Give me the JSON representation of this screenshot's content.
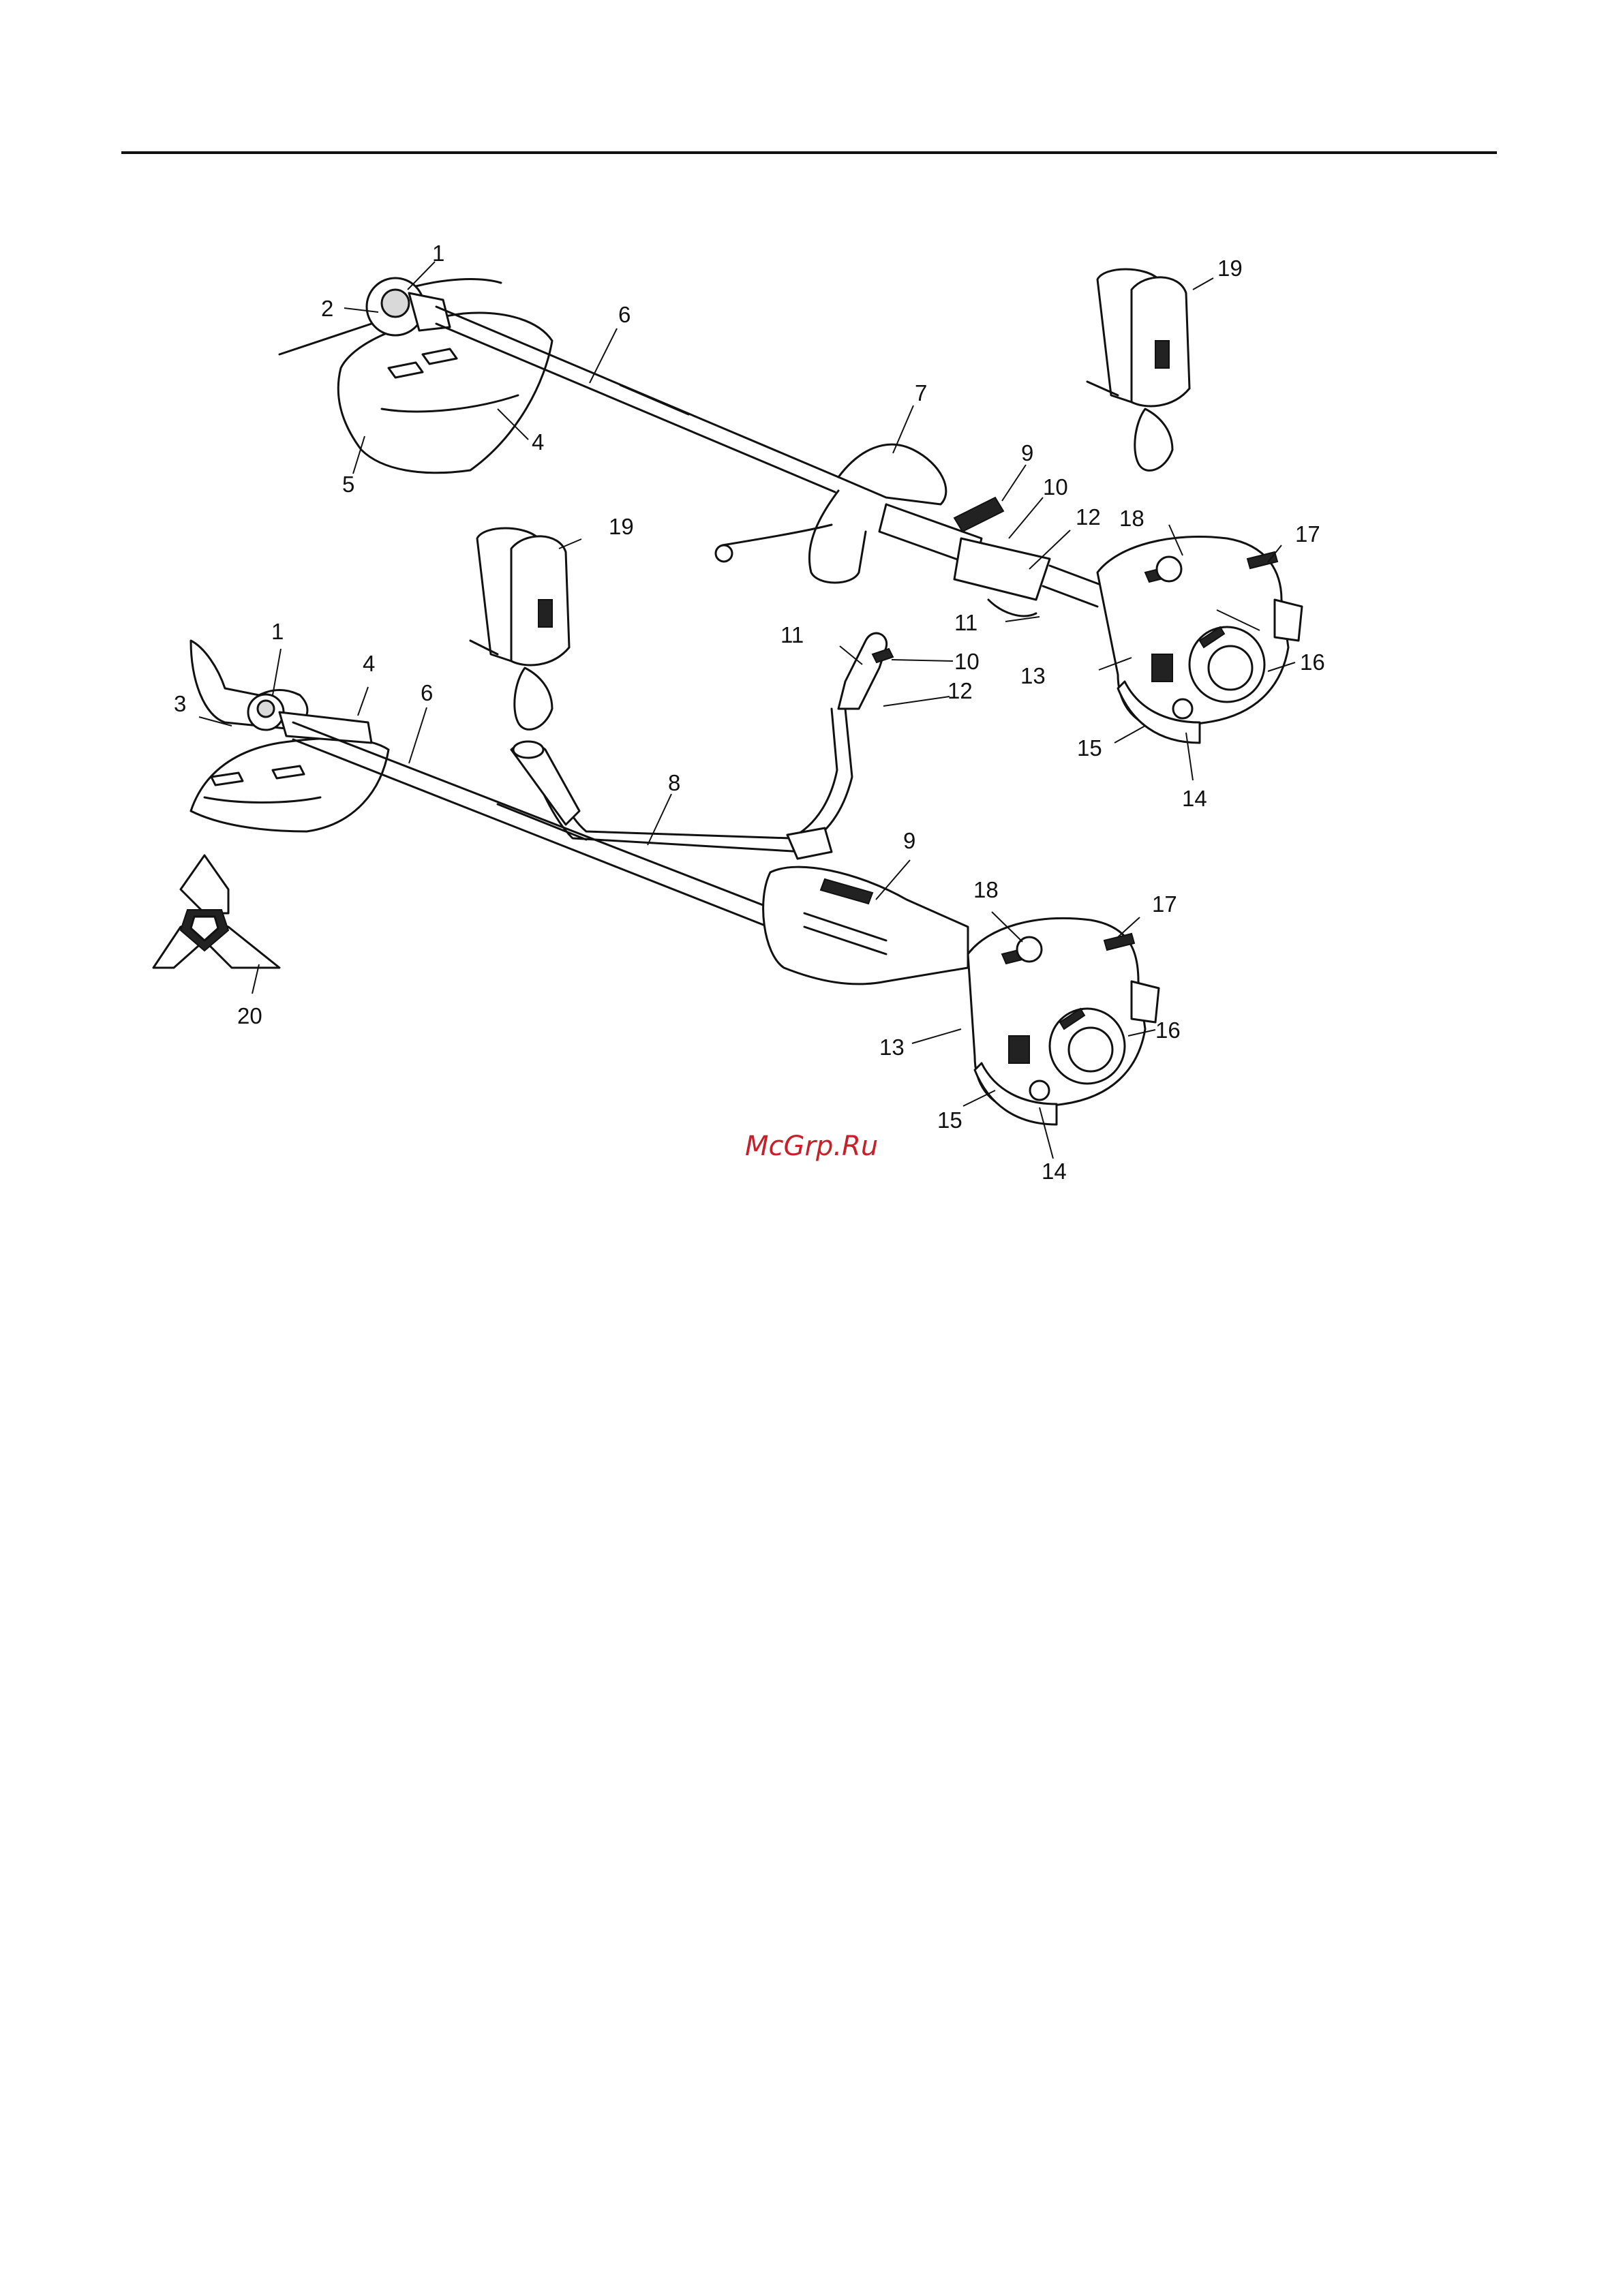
{
  "watermark": "McGrp.Ru",
  "callouts": {
    "top": {
      "c1": "1",
      "c2": "2",
      "c4": "4",
      "c5": "5",
      "c6": "6",
      "c7": "7",
      "c9": "9",
      "c10": "10",
      "c11": "11",
      "c12": "12",
      "c13": "13",
      "c14": "14",
      "c15": "15",
      "c16": "16",
      "c17": "17",
      "c18": "18",
      "c19": "19"
    },
    "bottom": {
      "c1": "1",
      "c3": "3",
      "c4": "4",
      "c6": "6",
      "c8": "8",
      "c9": "9",
      "c10": "10",
      "c11": "11",
      "c12": "12",
      "c13": "13",
      "c14": "14",
      "c15": "15",
      "c16": "16",
      "c17": "17",
      "c18": "18",
      "c19": "19",
      "c20": "20"
    }
  },
  "icons": [
    "trimmer-loop-handle",
    "trimmer-bike-handle",
    "shoulder-harness",
    "tri-blade"
  ]
}
